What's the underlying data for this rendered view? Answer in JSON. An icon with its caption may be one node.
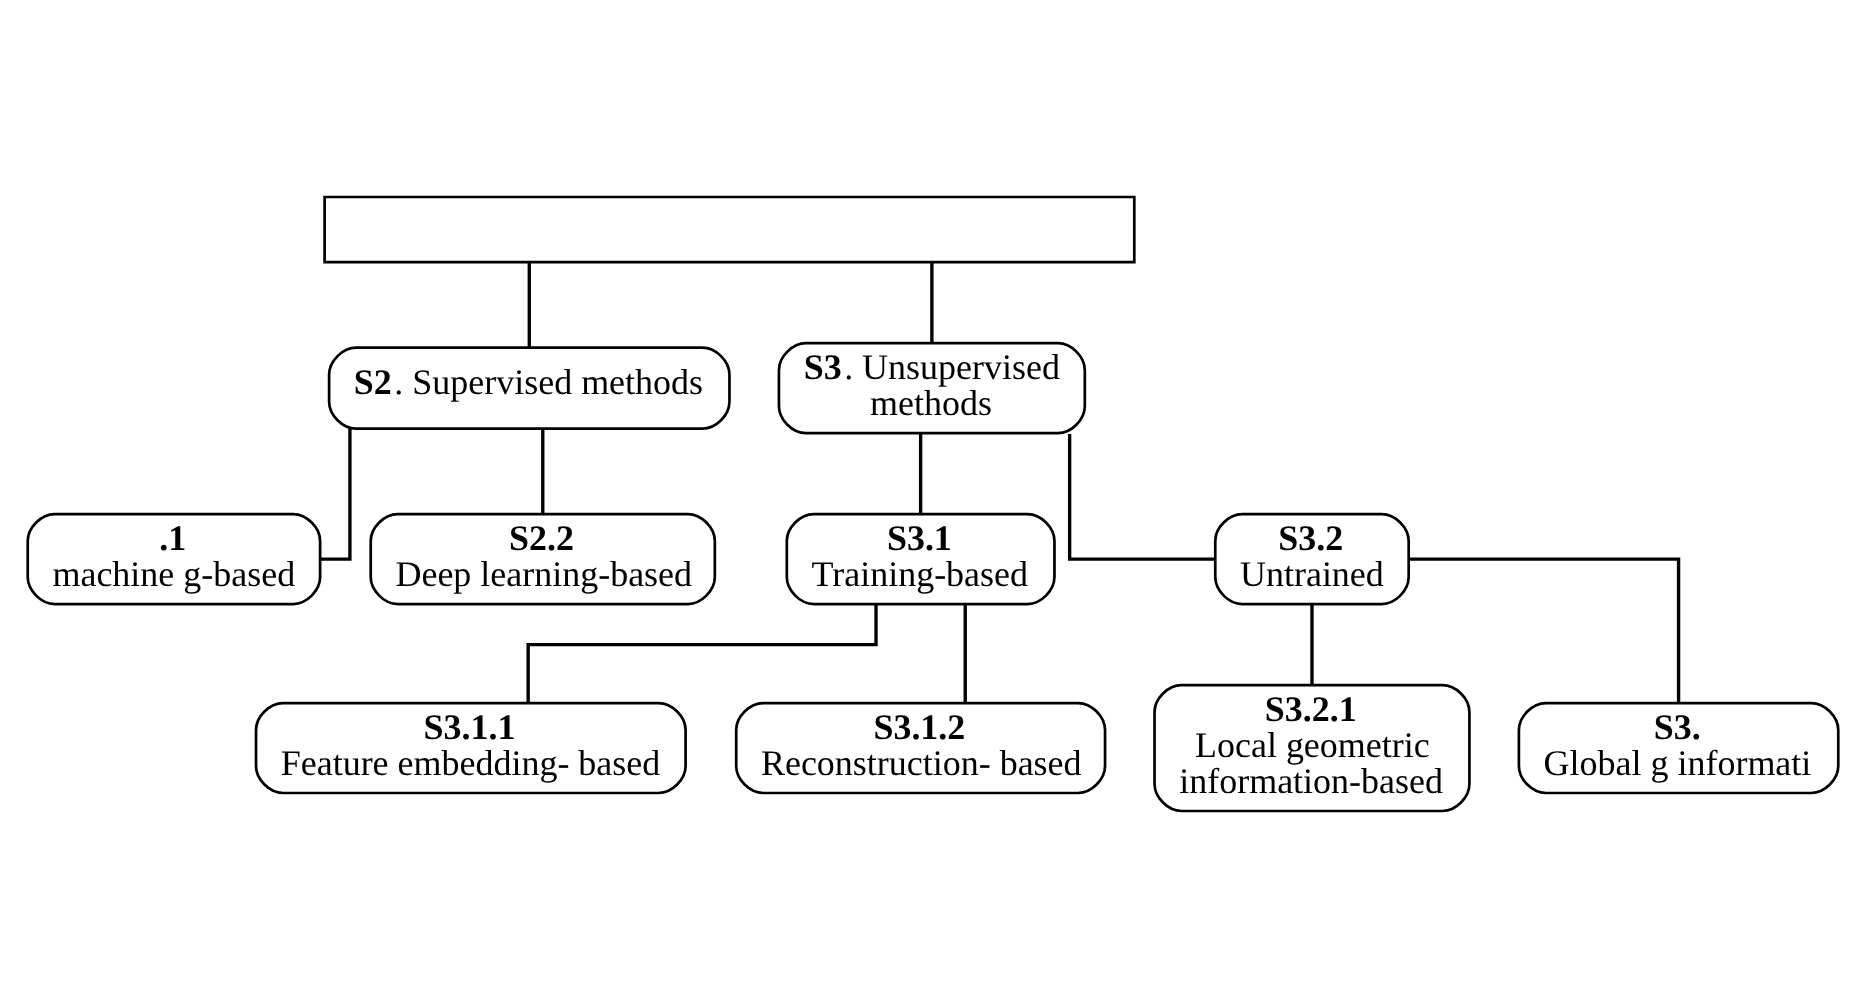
{
  "diagram": {
    "nodes": [
      {
        "text": [],
        "shape": "box"
      },
      {
        "text": [
          "**S2**. Supervised methods"
        ]
      },
      {
        "text": [
          "**S3**. Unsupervised methods"
        ]
      },
      {
        "text": [
          ".1",
          "machine g-based"
        ]
      },
      {
        "text": [
          "S2.2",
          "Deep learning-based"
        ]
      },
      {
        "text": [
          "S3.1",
          "Training-based"
        ]
      },
      {
        "text": [
          "S3.2",
          "Untrained"
        ]
      },
      {
        "text": [
          "S3.1.1",
          "Feature embedding- based"
        ]
      },
      {
        "text": [
          "S3.1.2",
          "Reconstruction- based"
        ]
      },
      {
        "text": [
          "S3.2.1",
          "Local geometric information-based"
        ]
      },
      {
        "text": [
          "S3.",
          "Global g informati"
        ]
      }
    ],
    "edges": [
      {
        "from": 0,
        "to": 1,
        "arrow": "none"
      },
      {
        "from": 0,
        "to": 2,
        "arrow": "none"
      },
      {
        "from": 1,
        "to": 3,
        "arrow": "none"
      },
      {
        "from": 1,
        "to": 4,
        "arrow": "none"
      },
      {
        "from": 2,
        "to": 5,
        "arrow": "none"
      },
      {
        "from": 2,
        "to": 6,
        "arrow": "none"
      },
      {
        "from": 5,
        "to": 7,
        "arrow": "none"
      },
      {
        "from": 5,
        "to": 8,
        "arrow": "none"
      },
      {
        "from": 6,
        "to": 9,
        "arrow": "none"
      },
      {
        "from": 6,
        "to": 10,
        "arrow": "none"
      }
    ]
  }
}
